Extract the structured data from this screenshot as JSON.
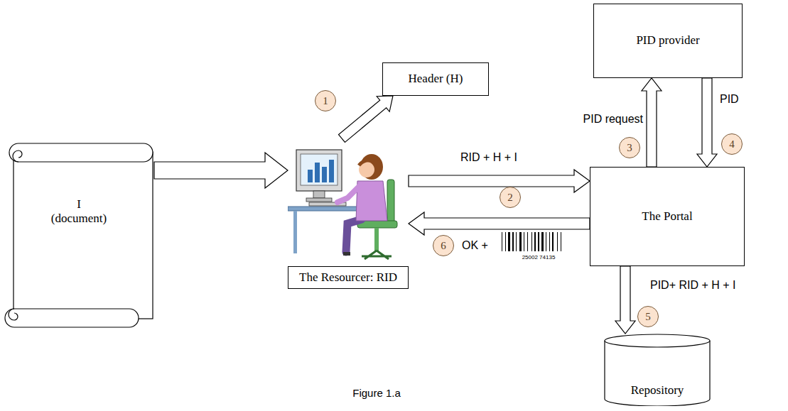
{
  "diagram": {
    "caption": "Figure 1.a",
    "nodes": [
      {
        "text": [
          "I",
          "(document)"
        ]
      },
      {
        "text": [
          "Header (H)"
        ]
      },
      {
        "text": [
          "The Resourcer: RID"
        ]
      },
      {
        "text": [
          "PID provider"
        ]
      },
      {
        "text": [
          "The Portal"
        ]
      },
      {
        "text": [
          "Repository"
        ]
      }
    ],
    "edges": [
      {
        "from": 0,
        "to": 2,
        "arrow": "to"
      },
      {
        "from": 2,
        "to": 1,
        "arrow": "to"
      },
      {
        "from": 2,
        "to": 4,
        "label": "RID + H + I",
        "arrow": "to"
      },
      {
        "from": 4,
        "to": 3,
        "label": "PID request",
        "arrow": "to"
      },
      {
        "from": 3,
        "to": 4,
        "label": "PID",
        "arrow": "to"
      },
      {
        "from": 4,
        "to": 5,
        "label": "PID+ RID + H + I",
        "arrow": "to"
      },
      {
        "from": 4,
        "to": 2,
        "label": "OK +",
        "arrow": "to"
      }
    ],
    "labels": [
      "1",
      "2",
      "3",
      "4",
      "5",
      "6",
      "25002 74135"
    ]
  }
}
